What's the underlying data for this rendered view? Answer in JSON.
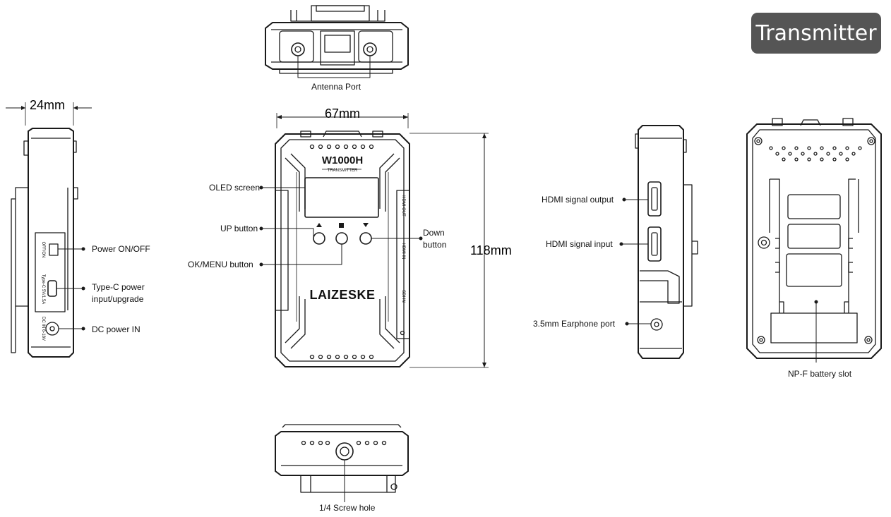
{
  "badge": {
    "title": "Transmitter"
  },
  "dimensions": {
    "thickness": "24mm",
    "width": "67mm",
    "height": "118mm"
  },
  "device": {
    "model": "W1000H",
    "subtitle": "TRANSMITTER",
    "brand": "LAIZESKE",
    "port_text_hdmi_out": "HDMI OUT",
    "port_text_hdmi_in": "HDMI IN",
    "port_text_sdi_in": "SDI IN",
    "side_text_switch": "OFF/ON",
    "side_text_typec": "Type-C 5V/1.5A",
    "side_text_dc": "DC IN 6-18V"
  },
  "labels": {
    "antenna_port": "Antenna Port",
    "oled_screen": "OLED screen",
    "up_button": "UP button",
    "ok_menu_button": "OK/MENU button",
    "down_button_line1": "Down",
    "down_button_line2": "button",
    "power_on_off": "Power ON/OFF",
    "typec_line1": "Type-C power",
    "typec_line2": "input/upgrade",
    "dc_power_in": "DC power IN",
    "hdmi_output": "HDMI signal output",
    "hdmi_input": "HDMI signal input",
    "earphone_port": "3.5mm Earphone port",
    "npf_slot": "NP-F battery slot",
    "screw_hole": "1/4 Screw hole"
  },
  "colors": {
    "badge_bg": "#555555",
    "line": "#1a1a1a"
  }
}
